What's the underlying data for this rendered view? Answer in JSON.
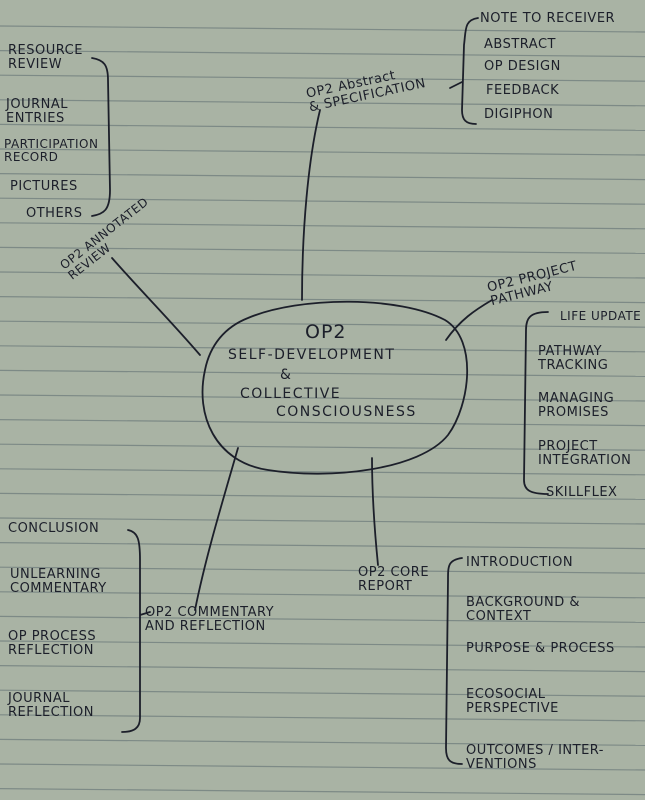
{
  "center": {
    "title": "OP2",
    "subtitle_line1": "SELF-DEVELOPMENT",
    "subtitle_line2": "&",
    "subtitle_line3": "COLLECTIVE",
    "subtitle_line4": "CONSCIOUSNESS"
  },
  "branches": {
    "abstract": {
      "label": "OP2 Abstract\n& SPECIFICATION",
      "items": [
        "NOTE TO RECEIVER",
        "ABSTRACT",
        "OP DESIGN",
        "FEEDBACK",
        "DIGIPHON"
      ]
    },
    "annotated": {
      "label": "OP2 ANNOTATED\nREVIEW",
      "items": [
        "RESOURCE\nREVIEW",
        "JOURNAL\nENTRIES",
        "PARTICIPATION\nRECORD",
        "PICTURES",
        "OTHERS"
      ]
    },
    "pathway": {
      "label": "OP2 PROJECT\nPATHWAY",
      "items": [
        "LIFE UPDATE",
        "PATHWAY\nTRACKING",
        "MANAGING\nPROMISES",
        "PROJECT\nINTEGRATION",
        "SKILLFLEX"
      ]
    },
    "core": {
      "label": "OP2 CORE\nREPORT",
      "items": [
        "INTRODUCTION",
        "BACKGROUND &\nCONTEXT",
        "PURPOSE & PROCESS",
        "ECOSOCIAL\nPERSPECTIVE",
        "OUTCOMES / INTER-\nVENTIONS"
      ]
    },
    "commentary": {
      "label": "OP2 COMMENTARY\nAND REFLECTION",
      "items": [
        "CONCLUSION",
        "UNLEARNING\nCOMMENTARY",
        "OP PROCESS\nREFLECTION",
        "JOURNAL\nREFLECTION"
      ]
    }
  },
  "colors": {
    "paper": "#a9b3a4",
    "ink": "#1c1f2a",
    "rule": "#7d8a86"
  }
}
